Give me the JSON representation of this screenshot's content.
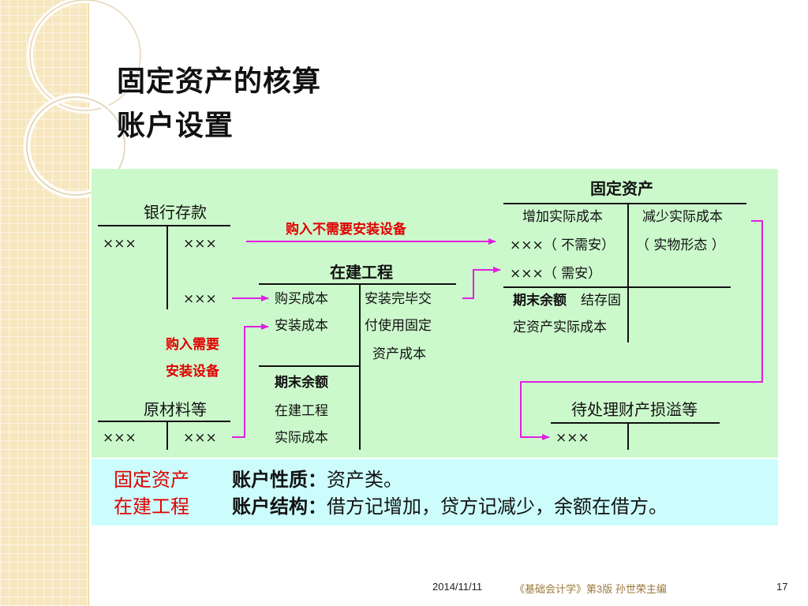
{
  "title": {
    "line1": "固定资产的核算",
    "line2": "账户设置"
  },
  "diagram": {
    "bank": {
      "title": "银行存款",
      "debit": "×××",
      "credit1": "×××",
      "credit2": "×××"
    },
    "materials": {
      "title": "原材料等",
      "debit": "×××",
      "credit": "×××"
    },
    "cip": {
      "title": "在建工程",
      "debit_lines": [
        "购买成本",
        "安装成本"
      ],
      "credit_lines": [
        "安装完毕交",
        "付使用固定",
        "资产成本"
      ],
      "balance_label": "期末余额",
      "balance_lines": [
        "在建工程",
        "实际成本"
      ]
    },
    "fixed_assets": {
      "title": "固定资产",
      "debit_header": "增加实际成本",
      "credit_header": "减少实际成本",
      "debit_line1": "×××（ 不需安）",
      "debit_line2": "×××（ 需安）",
      "credit_line1": "（ 实物形态 ）",
      "balance_label": "期末余额",
      "balance_text1": "结存固",
      "balance_text2": "定资产实际成本"
    },
    "pending": {
      "title": "待处理财产损溢等",
      "debit": "×××"
    },
    "label_no_install": "购入不需要安装设备",
    "label_install_1": "购入需要",
    "label_install_2": "安装设备"
  },
  "info": {
    "row1_account": "固定资产",
    "row1_label": "账户性质：",
    "row1_value": "资产类。",
    "row2_account": "在建工程",
    "row2_label": "账户结构：",
    "row2_value": "借方记增加，贷方记减少，余额在借方。"
  },
  "footer": {
    "date": "2014/11/11",
    "book": "《基础会计学》第3版  孙世荣主编",
    "page": "17"
  },
  "colors": {
    "green_panel": "#ccf9cc",
    "cyan_panel": "#ccfcfc",
    "arrow": "#e020e0",
    "label_red": "#e00000",
    "strip": "#f7e7bf"
  }
}
